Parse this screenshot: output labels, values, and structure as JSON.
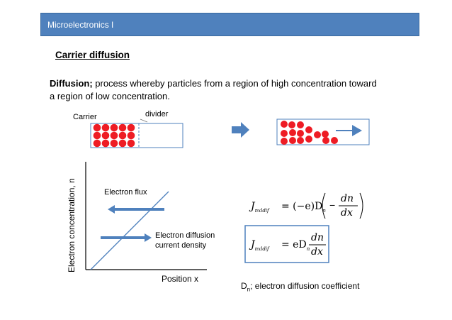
{
  "header": {
    "title": "Microelectronics I"
  },
  "slide": {
    "title": "Carrier diffusion",
    "definition_term": "Diffusion;",
    "definition_text_line1": " process whereby particles from a region of high concentration toward",
    "definition_text_line2": "a region of low concentration."
  },
  "diagram": {
    "carrier_label": "Carrier",
    "divider_label": "divider"
  },
  "graph": {
    "y_axis_label": "Electron concentration, n",
    "x_axis_label": "Position x",
    "flux_label": "Electron flux",
    "current_label_line1": "Electron diffusion",
    "current_label_line2": "current density"
  },
  "equations": {
    "eq1": {
      "lhs": "J",
      "lhs_sub": "nxldif",
      "rhs_a": "= (−e)D",
      "rhs_sub": "n",
      "frac_num": "dn",
      "frac_den": "dx",
      "minus": "−"
    },
    "eq2": {
      "lhs": "J",
      "lhs_sub": "nxldif",
      "rhs_a": "= eD",
      "rhs_sub": "n",
      "frac_num": "dn",
      "frac_den": "dx"
    }
  },
  "footnote": {
    "symbol": "D",
    "sub": "n",
    "text": "; electron diffusion coefficient"
  },
  "colors": {
    "header_bg": "#4f81bd",
    "accent_blue": "#4f81bd",
    "particle_red": "#ee1c24"
  }
}
